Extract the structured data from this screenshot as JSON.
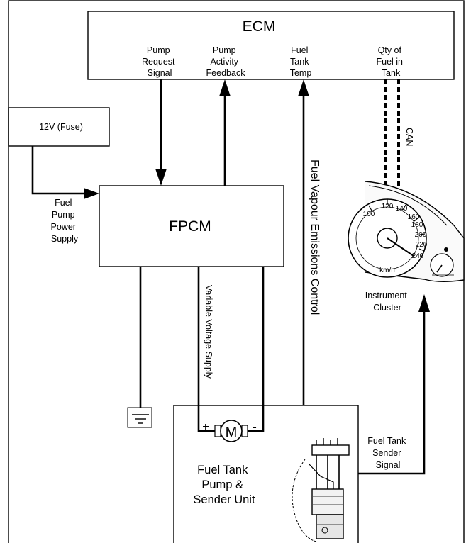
{
  "ecm": {
    "title": "ECM",
    "inputs": {
      "pump_request": [
        "Pump",
        "Request",
        "Signal"
      ],
      "pump_activity": [
        "Pump",
        "Activity",
        "Feedback"
      ],
      "fuel_tank_temp": [
        "Fuel",
        "Tank",
        "Temp"
      ],
      "qty_fuel": [
        "Qty of",
        "Fuel in",
        "Tank"
      ]
    }
  },
  "fuse": {
    "label": "12V (Fuse)"
  },
  "power_label": [
    "Fuel",
    "Pump",
    "Power",
    "Supply"
  ],
  "fpcm": {
    "title": "FPCM"
  },
  "can_label": "CAN",
  "vapour_label": "Fuel Vapour Emissions Control",
  "variable_voltage_label": "Variable Voltage Supply",
  "cluster": {
    "label": [
      "Instrument",
      "Cluster"
    ],
    "speed_ticks": [
      "100",
      "120",
      "140",
      "160",
      "180",
      "200",
      "220",
      "240"
    ],
    "unit": "km/h"
  },
  "pump_unit": {
    "title": [
      "Fuel Tank",
      "Pump &",
      "Sender Unit"
    ],
    "plus": "+",
    "minus": "-",
    "motor": "M"
  },
  "sender_signal_label": [
    "Fuel Tank",
    "Sender",
    "Signal"
  ]
}
